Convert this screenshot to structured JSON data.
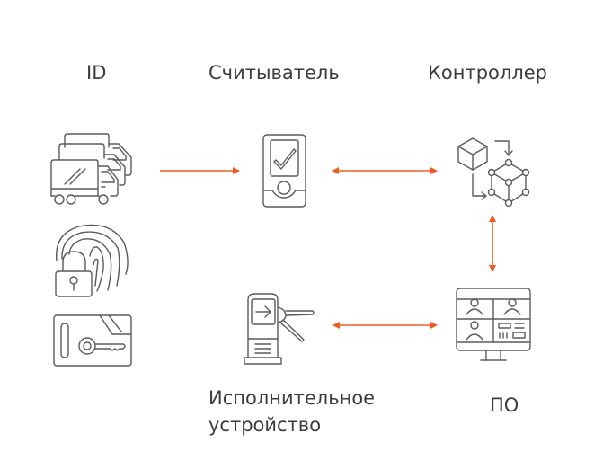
{
  "diagram": {
    "accent_color": "#f05a1e",
    "icon_color": "#5a5a5a",
    "nodes": {
      "id": {
        "label": "ID",
        "icons": [
          "trucks-icon",
          "fingerprint-lock-icon",
          "key-card-icon"
        ]
      },
      "reader": {
        "label": "Считыватель",
        "icon": "reader-check-icon"
      },
      "controller": {
        "label": "Контроллер",
        "icon": "cube-network-icon"
      },
      "software": {
        "label": "ПО",
        "icon": "monitor-video-icon"
      },
      "actuator": {
        "label_line1": "Исполнительное",
        "label_line2": "устройство",
        "icon": "turnstile-icon"
      }
    },
    "edges": [
      {
        "from": "id",
        "to": "reader",
        "direction": "one-way"
      },
      {
        "from": "reader",
        "to": "controller",
        "direction": "two-way"
      },
      {
        "from": "controller",
        "to": "software",
        "direction": "two-way"
      },
      {
        "from": "actuator",
        "to": "software",
        "direction": "two-way"
      }
    ]
  }
}
